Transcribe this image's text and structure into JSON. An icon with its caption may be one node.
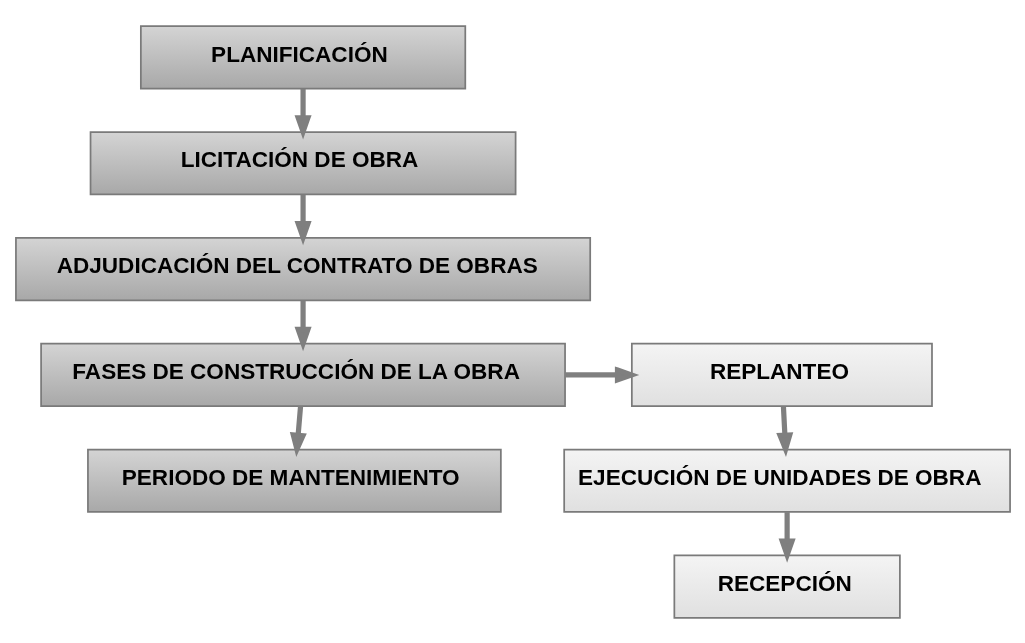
{
  "diagram": {
    "nodes": [
      {
        "text": [
          "PLANIFICACIÓN"
        ]
      },
      {
        "text": [
          "LICITACIÓN DE OBRA"
        ]
      },
      {
        "text": [
          "ADJUDICACIÓN DEL CONTRATO DE OBRAS"
        ]
      },
      {
        "text": [
          "FASES DE CONSTRUCCIÓN DE LA OBRA"
        ]
      },
      {
        "text": [
          "REPLANTEO"
        ]
      },
      {
        "text": [
          "EJECUCIÓN DE UNIDADES DE OBRA"
        ]
      },
      {
        "text": [
          "RECEPCIÓN"
        ]
      },
      {
        "text": [
          "PERIODO DE MANTENIMIENTO"
        ]
      }
    ],
    "edges": [
      {
        "from": 0,
        "to": 1,
        "arrow": "to"
      },
      {
        "from": 1,
        "to": 2,
        "arrow": "to"
      },
      {
        "from": 2,
        "to": 3,
        "arrow": "to"
      },
      {
        "from": 3,
        "to": 4,
        "arrow": "to"
      },
      {
        "from": 4,
        "to": 5,
        "arrow": "to"
      },
      {
        "from": 5,
        "to": 6,
        "arrow": "to"
      },
      {
        "from": 3,
        "to": 7,
        "arrow": "to"
      }
    ]
  }
}
